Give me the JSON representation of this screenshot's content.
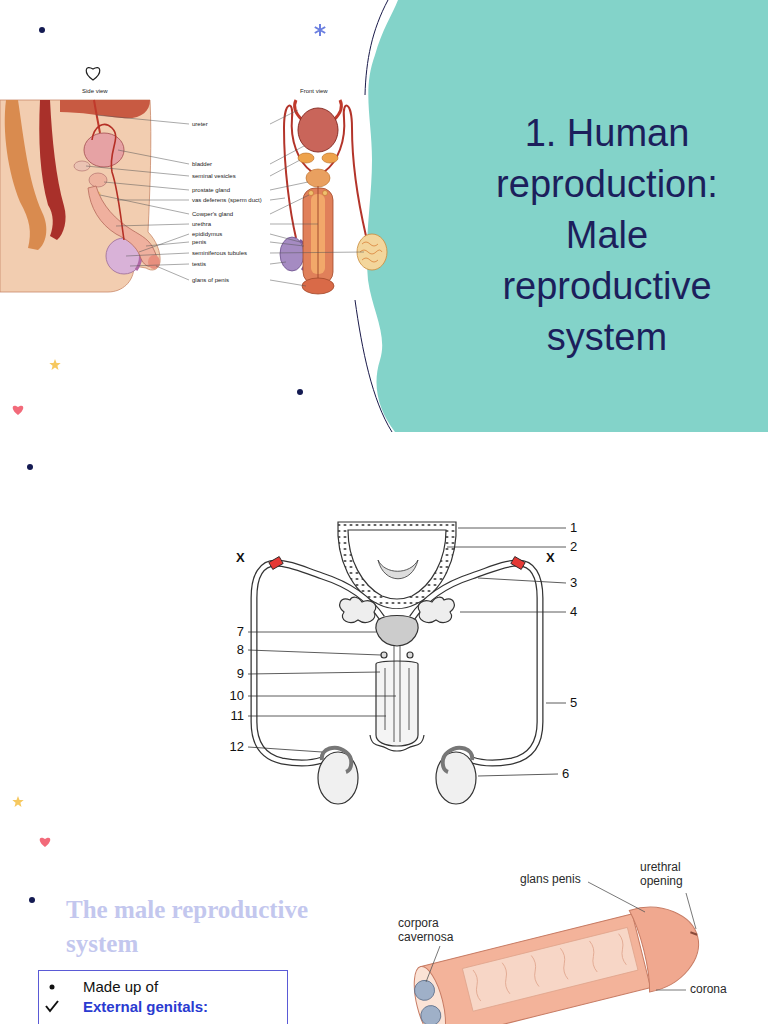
{
  "diagram": {
    "title": "1. Human reproduction: Male reproductive system",
    "nodes": [
      {
        "text": [
          "Made up of",
          "External genitals:"
        ]
      }
    ],
    "labels": [
      "Side view",
      "Front view",
      "ureter",
      "bladder",
      "seminal vesicles",
      "prostate gland",
      "vas deferens (sperm duct)",
      "Cowper's gland",
      "urethra",
      "epididymus",
      "penis",
      "seminiferous tubules",
      "testis",
      "glans of penis",
      "1",
      "2",
      "X",
      "X",
      "3",
      "4",
      "7",
      "8",
      "9",
      "10",
      "5",
      "11",
      "12",
      "6",
      "The male reproductive system",
      "glans penis",
      "urethral opening",
      "corpora cavernosa",
      "corona"
    ]
  }
}
